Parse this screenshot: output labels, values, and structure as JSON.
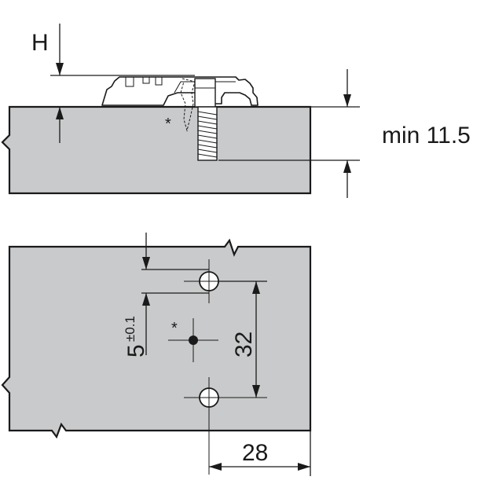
{
  "side_view": {
    "height_label": "H",
    "thickness_label": "min 11.5",
    "marker": "*"
  },
  "top_view": {
    "offset_label": "5",
    "offset_tolerance": "±0.1",
    "spacing_label": "32",
    "width_label": "28",
    "marker": "*"
  }
}
